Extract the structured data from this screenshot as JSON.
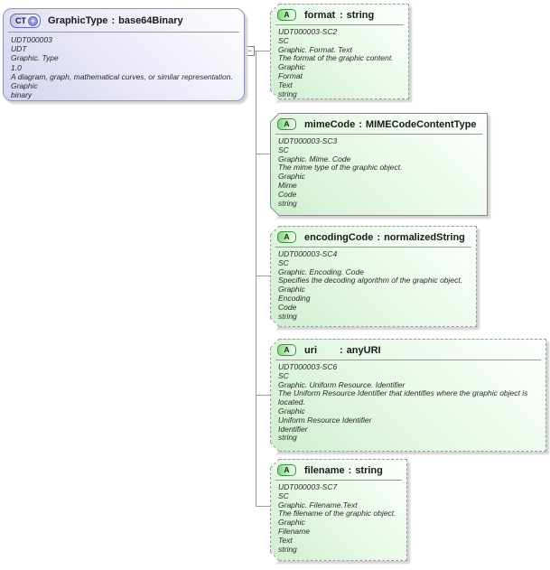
{
  "colon": ":",
  "toggle_minus": "−",
  "colors": {
    "attribute_fill": "#cfeecf",
    "main_fill": "#d3d4ef",
    "optional_border": "#9b9b9b",
    "required_border": "#8a8a8a",
    "connector": "#9a9a9a",
    "attribute_badge_green": "#86d486",
    "complextype_badge_purple": "#9193dd"
  },
  "main_type": {
    "badge": "CT",
    "plus": "+",
    "name": "GraphicType",
    "type": "base64Binary",
    "lines": [
      "UDT000003",
      "UDT",
      "Graphic. Type",
      "1.0",
      "A diagram, graph, mathematical curves, or similar representation.",
      "Graphic",
      "binary"
    ]
  },
  "attributes": [
    {
      "badge": "A",
      "name": "format",
      "type": "string",
      "optional": true,
      "lines": [
        "UDT000003-SC2",
        "SC",
        "Graphic. Format. Text",
        "The format of the graphic content.",
        "Graphic",
        "Format",
        "Text",
        "string"
      ]
    },
    {
      "badge": "A",
      "name": "mimeCode",
      "type": "MIMECodeContentType",
      "optional": false,
      "lines": [
        "UDT000003-SC3",
        "SC",
        "Graphic. Mime. Code",
        "The mime type of the graphic object.",
        "Graphic",
        "Mime",
        "Code",
        "string"
      ]
    },
    {
      "badge": "A",
      "name": "encodingCode",
      "type": "normalizedString",
      "optional": true,
      "lines": [
        "UDT000003-SC4",
        "SC",
        "Graphic. Encoding. Code",
        "Specifies the decoding algorithm of the graphic object.",
        "Graphic",
        "Encoding",
        "Code",
        "string"
      ]
    },
    {
      "badge": "A",
      "name": "uri",
      "type": "anyURI",
      "optional": true,
      "lines": [
        "UDT000003-SC6",
        "SC",
        "Graphic. Uniform Resource. Identifier",
        "The Uniform Resource Identifier that identifies where the graphic object is located.",
        "Graphic",
        "Uniform Resource Identifier",
        "Identifier",
        "string"
      ]
    },
    {
      "badge": "A",
      "name": "filename",
      "type": "string",
      "optional": true,
      "lines": [
        "UDT000003-SC7",
        "SC",
        "Graphic. Filename.Text",
        "The filename of the graphic object.",
        "Graphic",
        "Filename",
        "Text",
        "string"
      ]
    }
  ]
}
